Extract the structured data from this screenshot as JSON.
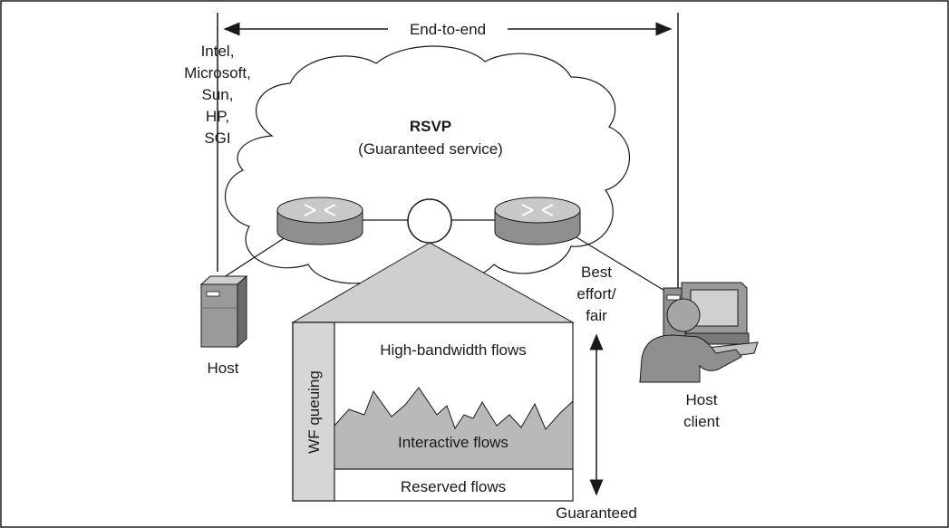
{
  "end_to_end_label": "End-to-end",
  "vendors": [
    "Intel,",
    "Microsoft,",
    "Sun,",
    "HP,",
    "SGI"
  ],
  "cloud_title": "RSVP",
  "cloud_subtitle": "(Guaranteed service)",
  "host_label": "Host",
  "host_client_label": [
    "Host",
    "client"
  ],
  "best_effort_label": [
    "Best",
    "effort/",
    "fair"
  ],
  "guaranteed_label": "Guaranteed",
  "queue_label": "WF queuing",
  "high_bandwidth_label": "High-bandwidth flows",
  "interactive_label": "Interactive flows",
  "reserved_label": "Reserved flows",
  "colors": {
    "line": "#1a1a1a",
    "router_body": "#9a9a9a",
    "router_top": "#c9c9c9",
    "interactive_fill": "#b9b9b9",
    "queue_sidebar": "#d6d6d6",
    "pyramid_fill": "#cfcfcf"
  }
}
